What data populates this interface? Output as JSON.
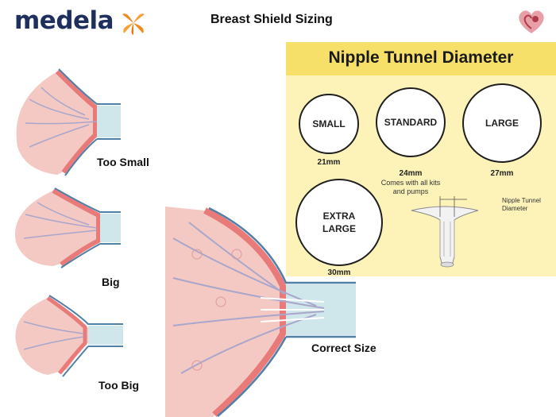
{
  "header": {
    "brand": "medela",
    "title": "Breast Shield Sizing"
  },
  "chart_card": {
    "title": "Nipple Tunnel Diameter",
    "sizes": [
      {
        "label": "SMALL",
        "mm": "21mm",
        "note": ""
      },
      {
        "label": "STANDARD",
        "mm": "24mm",
        "note": "Comes with all kits and pumps"
      },
      {
        "label": "LARGE",
        "mm": "27mm",
        "note": ""
      },
      {
        "label": "EXTRA LARGE",
        "mm": "30mm",
        "note": ""
      }
    ],
    "tunnel_label": "Nipple Tunnel Diameter"
  },
  "diagrams": [
    {
      "label": "Too Small"
    },
    {
      "label": "Big"
    },
    {
      "label": "Too Big"
    },
    {
      "label": "Correct Size"
    }
  ],
  "colors": {
    "brand_navy": "#1e2f5e",
    "brand_orange": "#f08a1c",
    "card_yellow": "#fdf3b8",
    "header_yellow": "#f7e06a",
    "tissue_pink": "#f4c9c3",
    "shield_blue": "#cfe6ea"
  }
}
